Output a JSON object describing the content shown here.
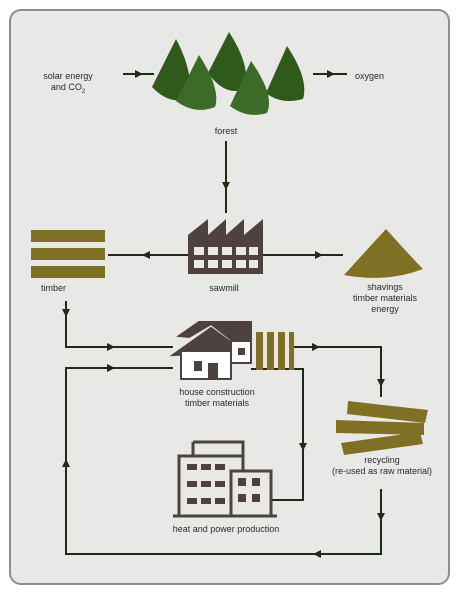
{
  "labels": {
    "solar_line1": "solar energy",
    "solar_line2_prefix": "and CO",
    "solar_line2_sub": "2",
    "oxygen": "oxygen",
    "forest": "forest",
    "timber": "timber",
    "sawmill": "sawmill",
    "shavings_line1": "shavings",
    "shavings_line2": "timber materials",
    "shavings_line3": "energy",
    "house_line1": "house construction",
    "house_line2": "timber materials",
    "recycling_line1": "recycling",
    "recycling_line2": "(re-used as raw material)",
    "power": "heat and power production"
  },
  "icons": {
    "forest": "conifer-trees-icon",
    "sawmill": "factory-icon",
    "timber": "timber-planks-icon",
    "shavings": "shavings-pile-icon",
    "house": "house-icon",
    "beams": "timber-beams-icon",
    "recycling": "stacked-boards-icon",
    "power": "power-plant-icon"
  },
  "colors": {
    "tree_green": "#2f5a1c",
    "tree_green_light": "#3b6b26",
    "olive": "#807024",
    "factory_brown": "#4d423f",
    "flow_line": "#1e2b16",
    "background": "#e8e9e6",
    "frame_border": "#8d8d8d"
  }
}
